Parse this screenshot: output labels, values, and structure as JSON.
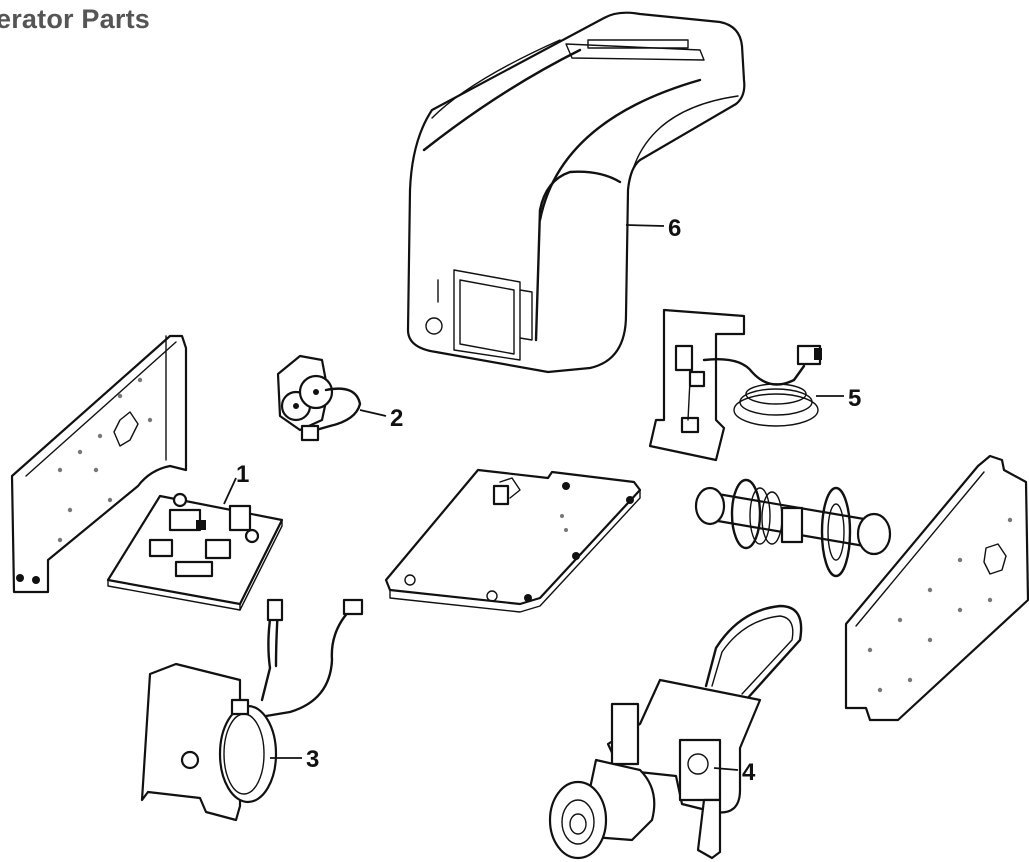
{
  "title": "erator Parts",
  "callouts": {
    "c1": "1",
    "c2": "2",
    "c3": "3",
    "c4": "4",
    "c5": "5",
    "c6": "6"
  }
}
